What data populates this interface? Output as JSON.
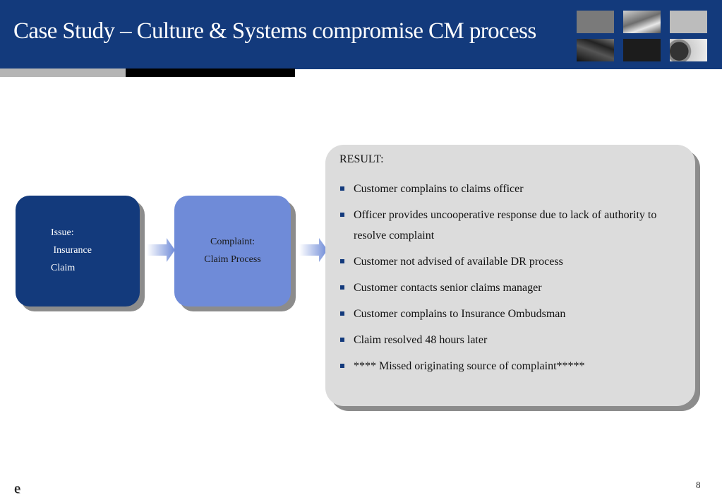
{
  "slide": {
    "title": "Case Study – Culture & Systems compromise CM process",
    "page_number": "8",
    "logo_text": "e"
  },
  "flow": {
    "issue_box": {
      "text": "Issue:\n Insurance\nClaim"
    },
    "complaint_box": {
      "text": "Complaint:\nClaim Process"
    }
  },
  "result": {
    "heading": "RESULT:",
    "items": [
      "Customer complains to claims officer",
      "Officer provides uncooperative response due to lack of authority to resolve complaint",
      "Customer not advised of available DR process",
      "Customer contacts senior claims manager",
      "Customer complains to Insurance Ombudsman",
      "Claim resolved 48 hours later",
      "**** Missed originating source of complaint*****"
    ]
  },
  "colors": {
    "header_blue": "#133a7c",
    "complaint_blue": "#6f8bd8",
    "result_gray": "#dcdcdc",
    "arrow_blue": "#6f8bd8"
  }
}
